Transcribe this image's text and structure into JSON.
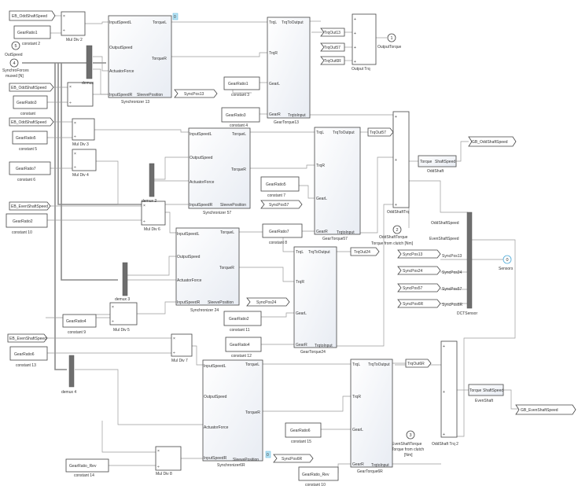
{
  "ports": {
    "p1": "1",
    "p1_label": "OutputTorque",
    "p2": "2",
    "p2_label1": "OddShaftTorque",
    "p2_label2": "Torque from clutch [Nm]",
    "p3": "3",
    "p3_label1": "EvenShaftTorque",
    "p3_label2": "Torque from clutch",
    "p3_label3": "[Nm]",
    "p4": "4",
    "p4_label1": "SynchroForces",
    "p4_label2": "muxed [N]",
    "p5": "5",
    "p5_label": "OutSpeed",
    "p0": "0",
    "p0_label": "Sensors"
  },
  "from_tags": {
    "odd1": "EB_OddShaftSpeed",
    "odd2": "EB_OddShaftSpeed",
    "odd3": "EB_OddShaftSpeed",
    "even1": "EB_EvenShaftSpeed",
    "even2": "EB_EvenShaftSpeed",
    "trq13": "TrqOut13",
    "trq57": "TrqOut57",
    "trq6r": "TrqOut6R",
    "sync13": "SyncPos13",
    "sync24": "SyncPos24",
    "sync57": "SyncPos57",
    "sync6r": "SyncPos6R"
  },
  "goto_tags": {
    "sync13": "SyncPos13",
    "sync57": "SyncPos57",
    "sync24": "SyncPos24",
    "sync6r": "SyncPos6R",
    "trq57": "TrqOut57",
    "trq24": "TrqOut24",
    "trq6r": "TrqOut6R",
    "gb_odd": "GB_OddShaftSpeed",
    "gb_even": "GB_EvenShaftSpeed"
  },
  "constants": {
    "c2": {
      "val": "GearRatio1",
      "label": "constant 2"
    },
    "c3": {
      "val": "GearRatio1",
      "label": "constant 3"
    },
    "c4": {
      "val": "GearRatio3",
      "label": "constant 4"
    },
    "c_": {
      "val": "GearRatio3",
      "label": "constant"
    },
    "c5": {
      "val": "GearRatio5",
      "label": "constant 5"
    },
    "c6": {
      "val": "GearRatio7",
      "label": "constant 6"
    },
    "c7": {
      "val": "GearRatio5",
      "label": "constant 7"
    },
    "c8": {
      "val": "GearRatio7",
      "label": "constant 8"
    },
    "c10": {
      "val": "GearRatio2",
      "label": "constant 10"
    },
    "c11": {
      "val": "GearRatio2",
      "label": "constant 11"
    },
    "c9": {
      "val": "GearRatio4",
      "label": "constant 9"
    },
    "c12": {
      "val": "GearRatio4",
      "label": "constant 12"
    },
    "c13": {
      "val": "GearRatio6",
      "label": "constant 13"
    },
    "c15": {
      "val": "GearRatio6",
      "label": "constant 15"
    },
    "c14": {
      "val": "GearRatio_Rev",
      "label": "constant 14"
    },
    "c10b": {
      "val": "GearRatio_Rev",
      "label": "constant 10"
    }
  },
  "muldiv": {
    "md2": "Mul Div 2",
    "md1": "",
    "md3": "Mul Div 3",
    "md4": "Mul Div 4",
    "md6": "Mul Div 6",
    "md5": "Mul Div 5",
    "md7": "Mul Div 7",
    "md8": "Mul Div 8"
  },
  "demux": {
    "d1": "demux",
    "d2": "demux 2",
    "d3": "demux 3",
    "d4": "demux 4"
  },
  "synchronizer": {
    "in_speed_l": "InputSpeedL",
    "out_speed": "OutputSpeed",
    "act_force": "ActuatorForce",
    "in_speed_r": "InputSpeedR",
    "torque_l": "TorqueL",
    "torque_r": "TorqueR",
    "sleeve_pos": "SleevePosition",
    "s13": "Synchronizer 13",
    "s57": "Synchronizer 57",
    "s24": "Synchronizer 24",
    "s6r": "Synchronizer6R"
  },
  "geartorque": {
    "trq_l": "TrqL",
    "trq_r": "TrqR",
    "gear_l": "GearL",
    "gear_r": "GearR",
    "trq_to_output": "TrqToOutput",
    "trq_to_input": "TrqtoInput",
    "g13": "GearTorque13",
    "g57": "GearTorque57",
    "g24": "GearTorque24",
    "g6r": "GearTorque6R"
  },
  "sums": {
    "out_trq": "Output Trq",
    "odd_trq": "OddShaftTrq",
    "even_trq": "OddShaft Trq 2"
  },
  "shafts": {
    "odd_in": "Torque",
    "odd_out": "ShaftSpeed",
    "odd_label": "OddShaft",
    "even_in": "Torque",
    "even_out": "ShaftSpeed",
    "even_label": "EvenShaft"
  },
  "sensor": {
    "label": "DCTSensor",
    "in1": "OddShaftSpeed",
    "in2": "EvenShaftSpeed",
    "in3": "SyncPos13",
    "in4": "SyncPos24",
    "in5": "SyncPos57",
    "in6": "SyncPos6R"
  },
  "badges": {
    "b13": "0",
    "b6r": "0"
  }
}
